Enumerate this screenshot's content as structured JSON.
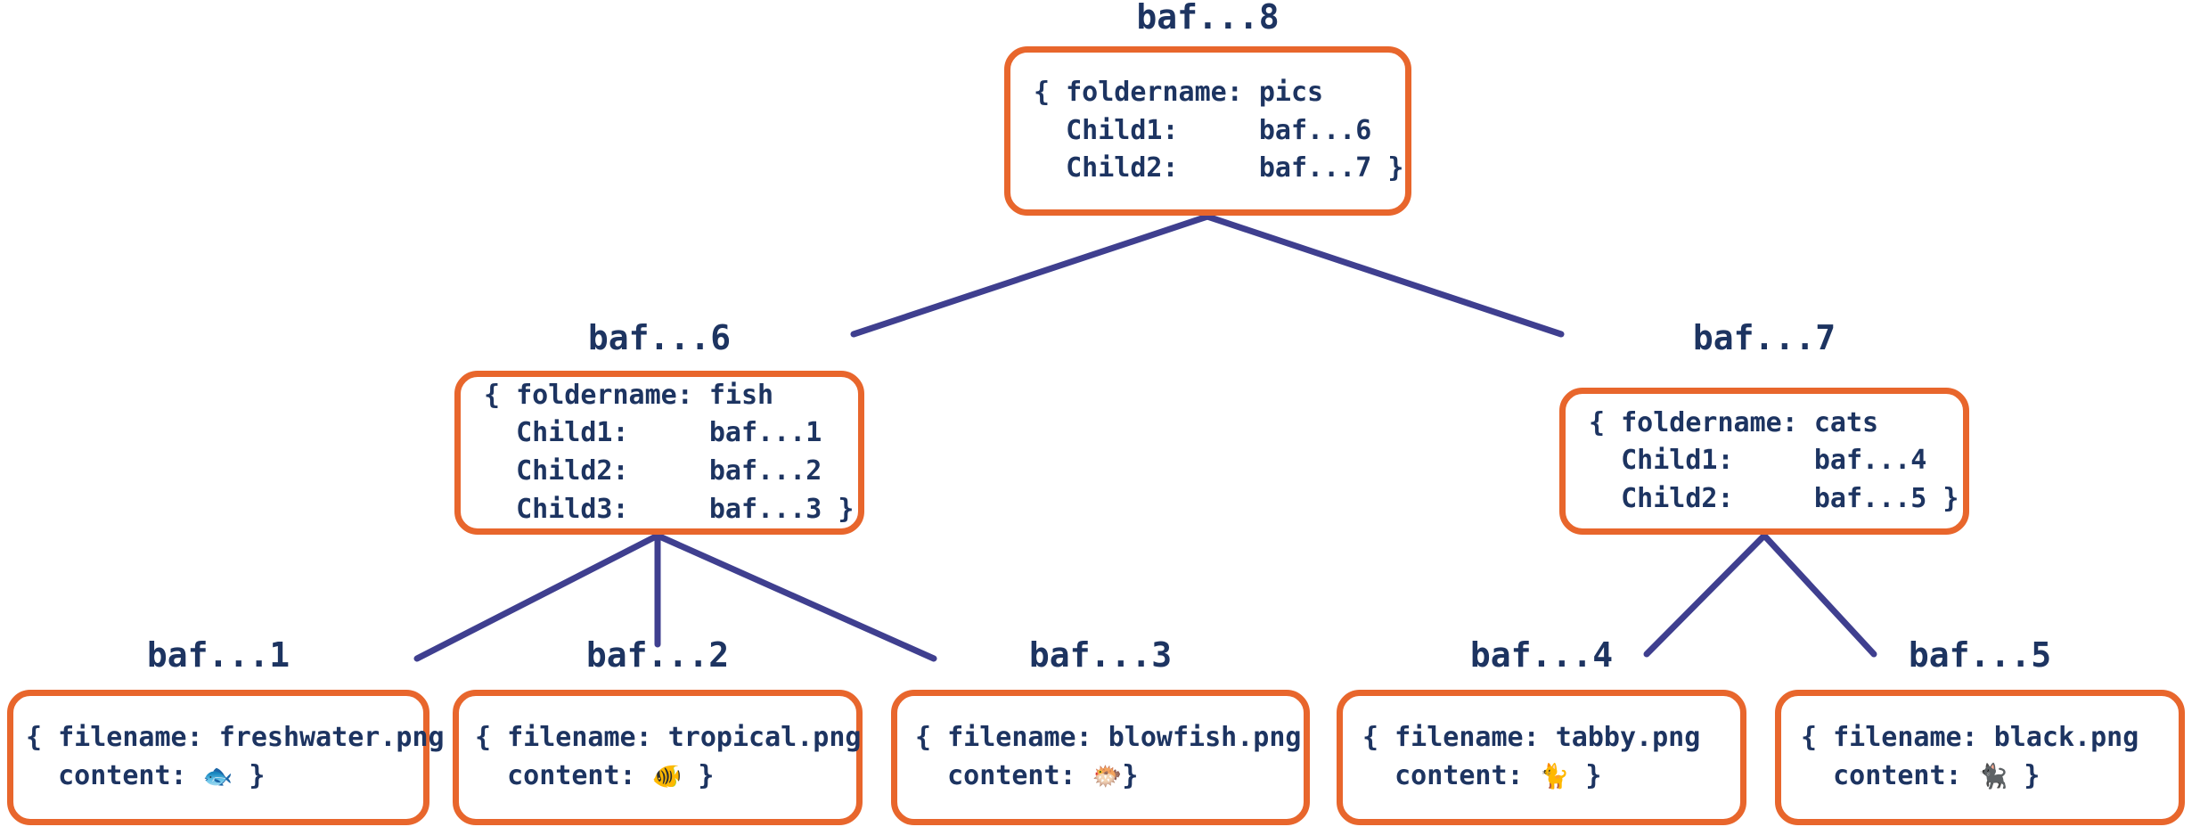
{
  "diagram": {
    "title": "ipfs-merkle-dag-tree",
    "accent_color": "#e8662c",
    "text_color": "#1d3461",
    "edge_color": "#3f3f8f",
    "background": "#ffffff"
  },
  "nodes": {
    "root": {
      "label": "baf...8",
      "body": "{ foldername: pics\n  Child1:     baf...6\n  Child2:     baf...7 }"
    },
    "fish": {
      "label": "baf...6",
      "body": "{ foldername: fish\n  Child1:     baf...1\n  Child2:     baf...2\n  Child3:     baf...3 }"
    },
    "cats": {
      "label": "baf...7",
      "body": "{ foldername: cats\n  Child1:     baf...4\n  Child2:     baf...5 }"
    },
    "leaf1": {
      "label": "baf...1",
      "line1": "{ filename: freshwater.png",
      "line2_pre": "  content: ",
      "emoji": "🐟",
      "line2_post": " }"
    },
    "leaf2": {
      "label": "baf...2",
      "line1": "{ filename: tropical.png",
      "line2_pre": "  content: ",
      "emoji": "🐠",
      "line2_post": " }"
    },
    "leaf3": {
      "label": "baf...3",
      "line1": "{ filename: blowfish.png",
      "line2_pre": "  content: ",
      "emoji": "🐡",
      "line2_post": "}"
    },
    "leaf4": {
      "label": "baf...4",
      "line1": "{ filename: tabby.png",
      "line2_pre": "  content: ",
      "emoji": "🐈",
      "line2_post": " }"
    },
    "leaf5": {
      "label": "baf...5",
      "line1": "{ filename: black.png",
      "line2_pre": "  content: ",
      "emoji": "🐈‍⬛",
      "line2_post": " }"
    }
  }
}
